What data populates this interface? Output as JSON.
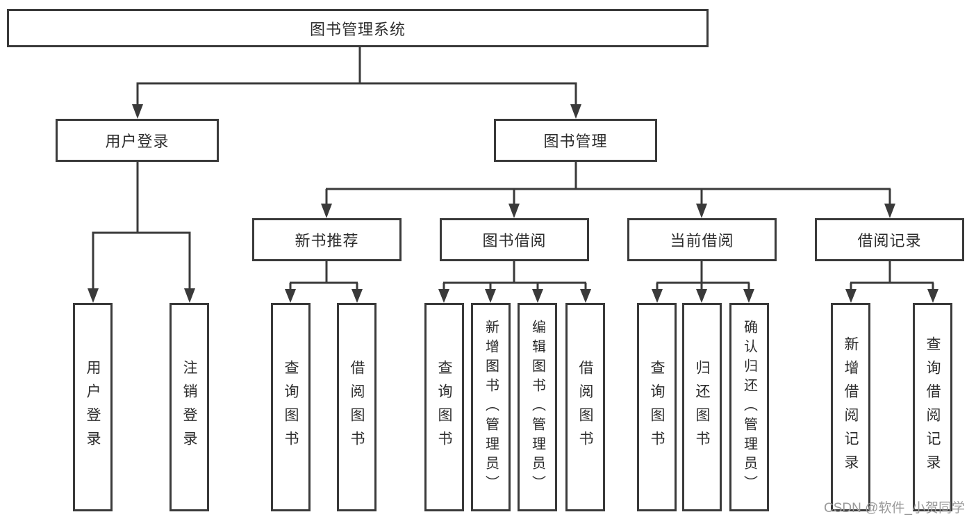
{
  "diagram": {
    "title": "图书管理系统",
    "level2": [
      {
        "label": "用户登录",
        "parent": "图书管理系统"
      },
      {
        "label": "图书管理",
        "parent": "图书管理系统"
      }
    ],
    "level3": [
      {
        "label": "新书推荐",
        "parent": "图书管理"
      },
      {
        "label": "图书借阅",
        "parent": "图书管理"
      },
      {
        "label": "当前借阅",
        "parent": "图书管理"
      },
      {
        "label": "借阅记录",
        "parent": "图书管理"
      }
    ],
    "leaves": [
      {
        "label": "用户登录",
        "parent": "用户登录"
      },
      {
        "label": "注销登录",
        "parent": "用户登录"
      },
      {
        "label": "查询图书",
        "parent": "新书推荐"
      },
      {
        "label": "借阅图书",
        "parent": "新书推荐"
      },
      {
        "label": "查询图书",
        "parent": "图书借阅"
      },
      {
        "label": "新增图书（管理员）",
        "parent": "图书借阅"
      },
      {
        "label": "编辑图书（管理员）",
        "parent": "图书借阅"
      },
      {
        "label": "借阅图书",
        "parent": "图书借阅"
      },
      {
        "label": "查询图书",
        "parent": "当前借阅"
      },
      {
        "label": "归还图书",
        "parent": "当前借阅"
      },
      {
        "label": "确认归还（管理员）",
        "parent": "当前借阅"
      },
      {
        "label": "新增借阅记录",
        "parent": "借阅记录"
      },
      {
        "label": "查询借阅记录",
        "parent": "借阅记录"
      }
    ],
    "colors": {
      "line": "#3a3a3a",
      "text": "#2d2d2d",
      "background": "#ffffff",
      "watermark": "#9a9a9a"
    },
    "watermark": "CSDN @软件_小贺同学"
  }
}
